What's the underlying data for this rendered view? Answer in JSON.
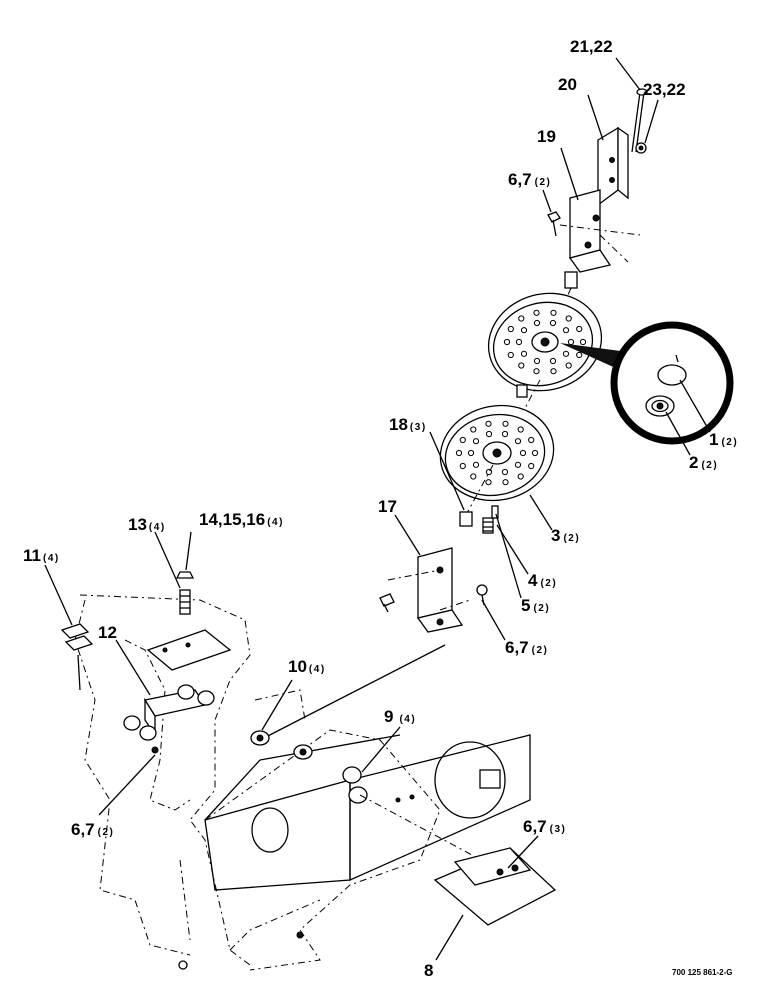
{
  "callouts": [
    {
      "id": "c-21-22",
      "main": "21,22",
      "qty": ""
    },
    {
      "id": "c-20",
      "main": "20",
      "qty": ""
    },
    {
      "id": "c-23-22",
      "main": "23,22",
      "qty": ""
    },
    {
      "id": "c-19",
      "main": "19",
      "qty": ""
    },
    {
      "id": "c-6-7-top",
      "main": "6,7",
      "qty": "(2)"
    },
    {
      "id": "c-1",
      "main": "1",
      "qty": "(2)"
    },
    {
      "id": "c-2",
      "main": "2",
      "qty": "(2)"
    },
    {
      "id": "c-18",
      "main": "18",
      "qty": "(3)"
    },
    {
      "id": "c-3",
      "main": "3",
      "qty": "(2)"
    },
    {
      "id": "c-17",
      "main": "17",
      "qty": ""
    },
    {
      "id": "c-4",
      "main": "4",
      "qty": "(2)"
    },
    {
      "id": "c-5",
      "main": "5",
      "qty": "(2)"
    },
    {
      "id": "c-6-7-mid",
      "main": "6,7",
      "qty": "(2)"
    },
    {
      "id": "c-13",
      "main": "13",
      "qty": "(4)"
    },
    {
      "id": "c-14-16",
      "main": "14,15,16",
      "qty": "(4)"
    },
    {
      "id": "c-11",
      "main": "11",
      "qty": "(4)"
    },
    {
      "id": "c-12",
      "main": "12",
      "qty": ""
    },
    {
      "id": "c-10",
      "main": "10",
      "qty": "(4)"
    },
    {
      "id": "c-9",
      "main": "9",
      "qty": "(4)"
    },
    {
      "id": "c-6-7-left",
      "main": "6,7",
      "qty": "(2)"
    },
    {
      "id": "c-6-7-right",
      "main": "6,7",
      "qty": "(3)"
    },
    {
      "id": "c-8",
      "main": "8",
      "qty": ""
    }
  ],
  "drawing_code": "700 125 861-2-G"
}
